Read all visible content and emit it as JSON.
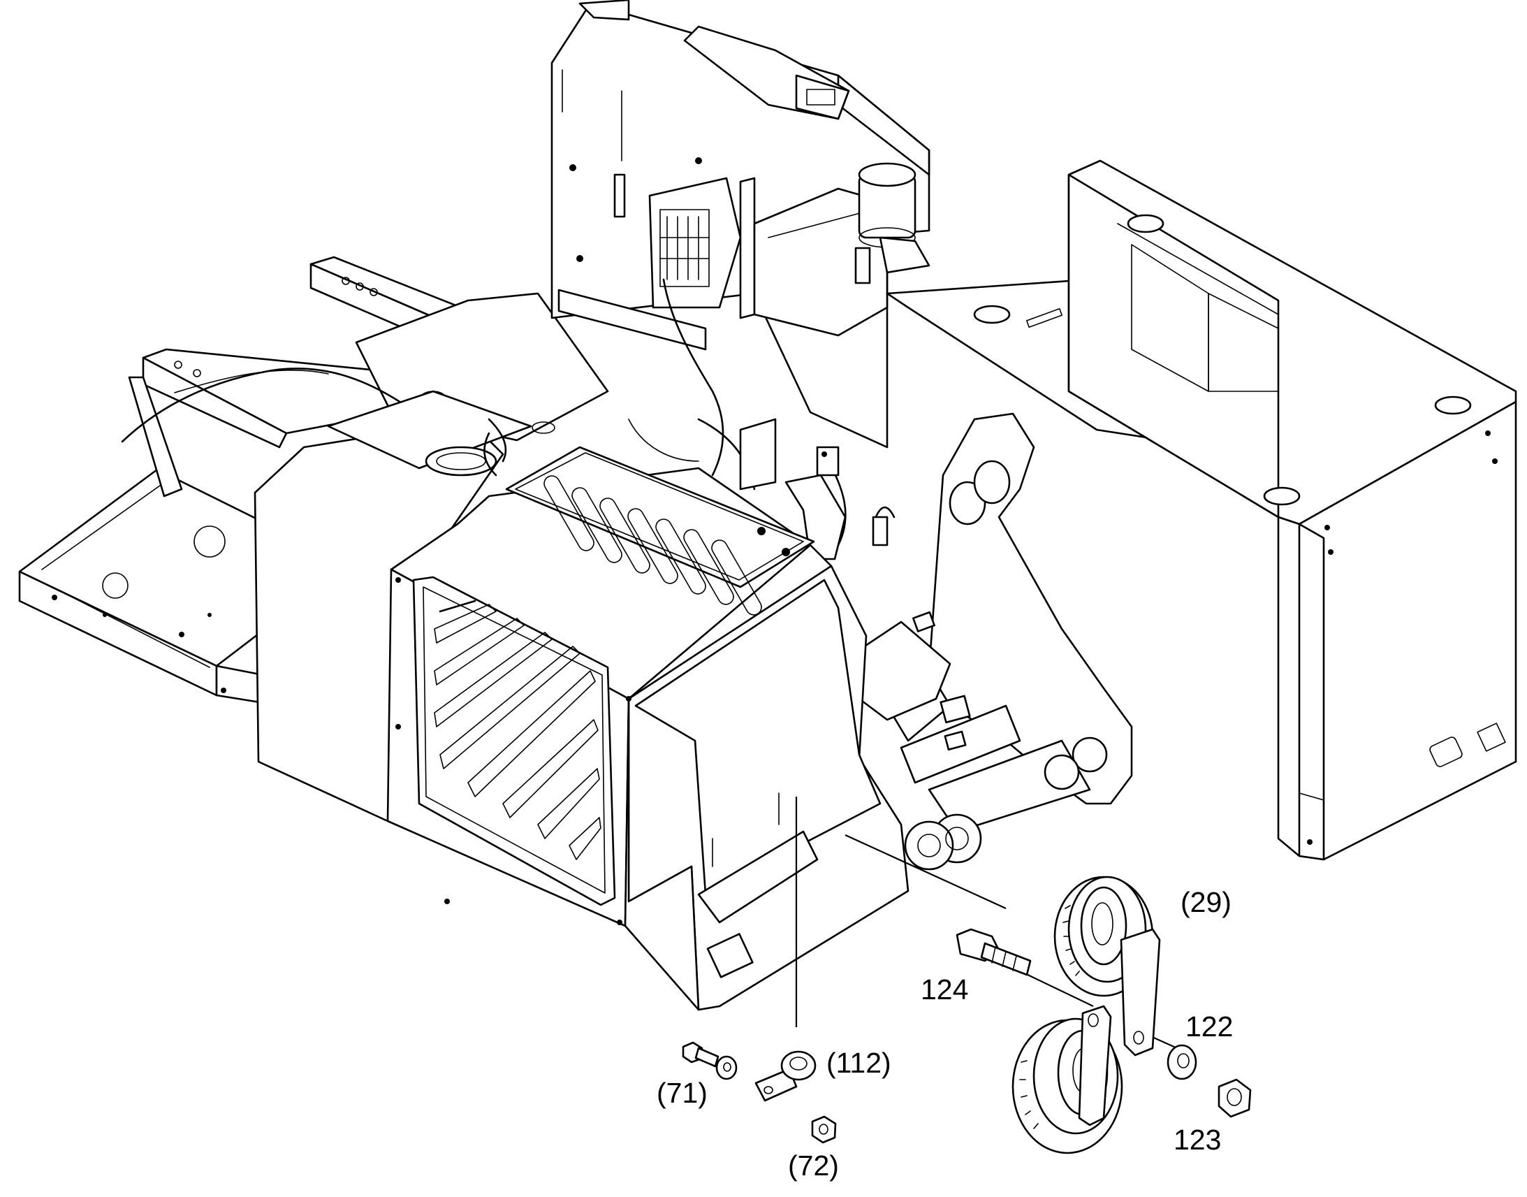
{
  "callouts": {
    "c29": "(29)",
    "c124": "124",
    "c122": "122",
    "c112": "(112)",
    "c71": "(71)",
    "c123": "123",
    "c72": "(72)"
  }
}
